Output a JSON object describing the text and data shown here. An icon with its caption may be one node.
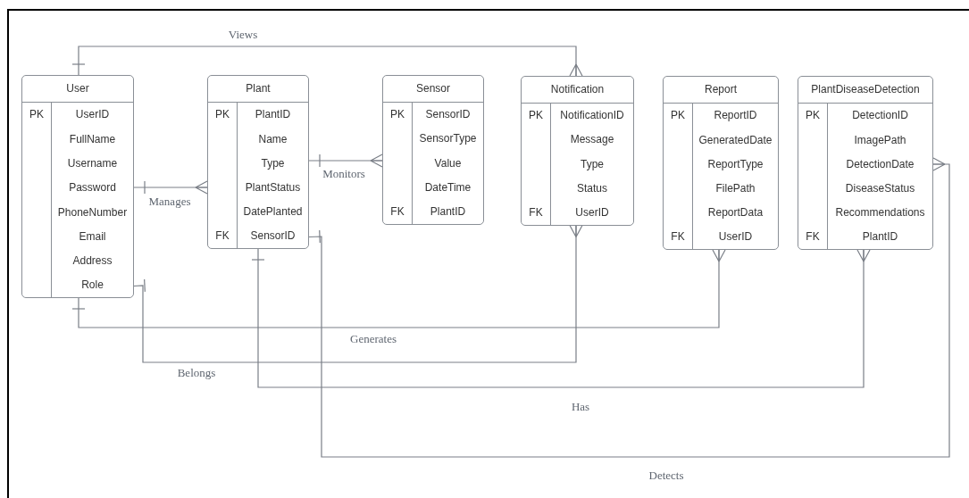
{
  "diagram": {
    "nodes": [
      {
        "text": [
          "User"
        ]
      },
      {
        "text": [
          "PK",
          "UserID"
        ],
        "in": 0
      },
      {
        "text": [
          "FullName"
        ],
        "in": 0
      },
      {
        "text": [
          "Username"
        ],
        "in": 0
      },
      {
        "text": [
          "Password"
        ],
        "in": 0
      },
      {
        "text": [
          "PhoneNumber"
        ],
        "in": 0
      },
      {
        "text": [
          "Email"
        ],
        "in": 0
      },
      {
        "text": [
          "Address"
        ],
        "in": 0
      },
      {
        "text": [
          "Role"
        ],
        "in": 0
      },
      {
        "text": [
          "Plant"
        ]
      },
      {
        "text": [
          "PK",
          "PlantID"
        ],
        "in": 9
      },
      {
        "text": [
          "Name"
        ],
        "in": 9
      },
      {
        "text": [
          "Type"
        ],
        "in": 9
      },
      {
        "text": [
          "PlantStatus"
        ],
        "in": 9
      },
      {
        "text": [
          "DatePlanted"
        ],
        "in": 9
      },
      {
        "text": [
          "FK",
          "SensorID"
        ],
        "in": 9
      },
      {
        "text": [
          "Sensor"
        ]
      },
      {
        "text": [
          "PK",
          "SensorID"
        ],
        "in": 16
      },
      {
        "text": [
          "SensorType"
        ],
        "in": 16
      },
      {
        "text": [
          "Value"
        ],
        "in": 16
      },
      {
        "text": [
          "DateTime"
        ],
        "in": 16
      },
      {
        "text": [
          "FK",
          "PlantID"
        ],
        "in": 16
      },
      {
        "text": [
          "Notification"
        ]
      },
      {
        "text": [
          "PK",
          "NotificationID"
        ],
        "in": 22
      },
      {
        "text": [
          "Message"
        ],
        "in": 22
      },
      {
        "text": [
          "Type"
        ],
        "in": 22
      },
      {
        "text": [
          "Status"
        ],
        "in": 22
      },
      {
        "text": [
          "FK",
          "UserID"
        ],
        "in": 22
      },
      {
        "text": [
          "Report"
        ]
      },
      {
        "text": [
          "PK",
          "ReportID"
        ],
        "in": 28
      },
      {
        "text": [
          "GeneratedDate"
        ],
        "in": 28
      },
      {
        "text": [
          "ReportType"
        ],
        "in": 28
      },
      {
        "text": [
          "FilePath"
        ],
        "in": 28
      },
      {
        "text": [
          "ReportData"
        ],
        "in": 28
      },
      {
        "text": [
          "FK",
          "UserID"
        ],
        "in": 28
      },
      {
        "text": [
          "PlantDiseaseDetection"
        ]
      },
      {
        "text": [
          "PK",
          "DetectionID"
        ],
        "in": 35
      },
      {
        "text": [
          "ImagePath"
        ],
        "in": 35
      },
      {
        "text": [
          "DetectionDate"
        ],
        "in": 35
      },
      {
        "text": [
          "DiseaseStatus"
        ],
        "in": 35
      },
      {
        "text": [
          "Recommendations"
        ],
        "in": 35
      },
      {
        "text": [
          "FK",
          "PlantID"
        ],
        "in": 35
      }
    ],
    "edges": [
      {
        "from": 0,
        "to": 22,
        "arrow": "other",
        "label": "Views"
      },
      {
        "from": 0,
        "to": 9,
        "arrow": "other",
        "label": "Manages"
      },
      {
        "from": 9,
        "to": 16,
        "arrow": "other",
        "label": "Monitors"
      },
      {
        "from": 0,
        "to": 28,
        "arrow": "other",
        "label": "Generates"
      },
      {
        "from": 8,
        "to": 22,
        "arrow": "other",
        "label": "Belongs"
      },
      {
        "from": 9,
        "to": 35,
        "arrow": "other",
        "label": "Has"
      },
      {
        "from": 15,
        "to": 38,
        "arrow": "other",
        "label": "Detects"
      }
    ]
  }
}
